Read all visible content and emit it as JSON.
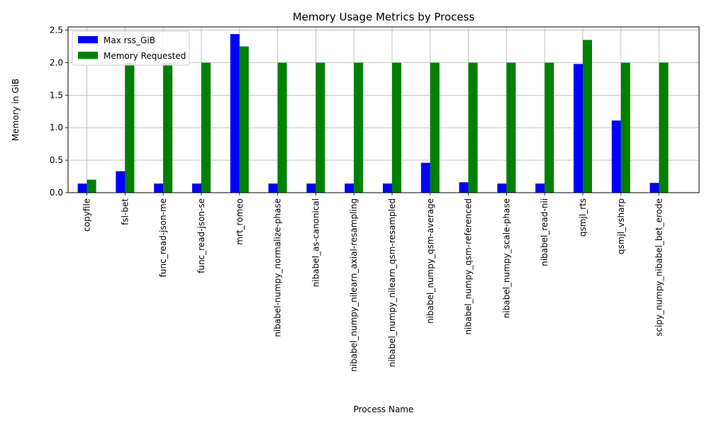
{
  "chart_data": {
    "type": "bar",
    "title": "Memory Usage Metrics by Process",
    "xlabel": "Process Name",
    "ylabel": "Memory in GiB",
    "ylim": [
      0,
      2.55
    ],
    "yticks": [
      "0.0",
      "0.5",
      "1.0",
      "1.5",
      "2.0",
      "2.5"
    ],
    "grid": true,
    "legend_position": "top-left",
    "categories": [
      "copyfile",
      "fsl-bet",
      "func_read-json-me",
      "func_read-json-se",
      "mrt_romeo",
      "nibabel-numpy_normalize-phase",
      "nibabel_as-canonical",
      "nibabel_numpy_nilearn_axial-resampling",
      "nibabel_numpy_nilearn_qsm-resampled",
      "nibabel_numpy_qsm-average",
      "nibabel_numpy_qsm-referenced",
      "nibabel_numpy_scale-phase",
      "nibabel_read-nii",
      "qsmjl_rts",
      "qsmjl_vsharp",
      "scipy_numpy_nibabel_bet_erode"
    ],
    "series": [
      {
        "name": "Max rss_GiB",
        "color": "#0000ff",
        "values": [
          0.14,
          0.33,
          0.14,
          0.14,
          2.44,
          0.14,
          0.14,
          0.14,
          0.14,
          0.46,
          0.16,
          0.14,
          0.14,
          1.98,
          1.11,
          0.15
        ]
      },
      {
        "name": "Memory Requested",
        "color": "#008000",
        "values": [
          0.2,
          2.0,
          2.0,
          2.0,
          2.25,
          2.0,
          2.0,
          2.0,
          2.0,
          2.0,
          2.0,
          2.0,
          2.0,
          2.35,
          2.0,
          2.0
        ]
      }
    ]
  }
}
